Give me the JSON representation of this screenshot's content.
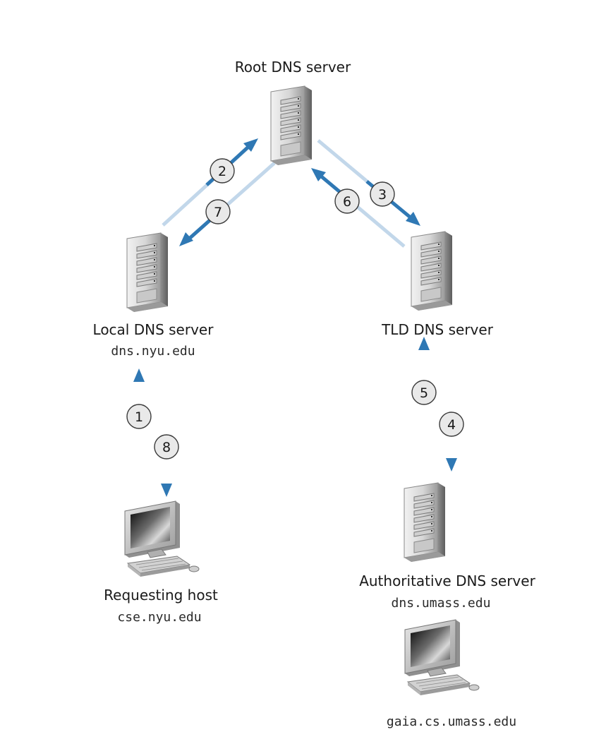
{
  "nodes": {
    "root": {
      "label": "Root DNS server"
    },
    "local": {
      "label": "Local DNS server",
      "hostname": "dns.nyu.edu"
    },
    "tld": {
      "label": "TLD DNS server"
    },
    "authoritative": {
      "label": "Authoritative DNS server",
      "hostname": "dns.umass.edu"
    },
    "requesting": {
      "label": "Requesting host",
      "hostname": "cse.nyu.edu"
    },
    "target": {
      "hostname": "gaia.cs.umass.edu"
    }
  },
  "steps": [
    "1",
    "2",
    "3",
    "4",
    "5",
    "6",
    "7",
    "8"
  ],
  "colors": {
    "arrow_dark": "#2f78b4",
    "arrow_light": "#c4d9ec"
  }
}
